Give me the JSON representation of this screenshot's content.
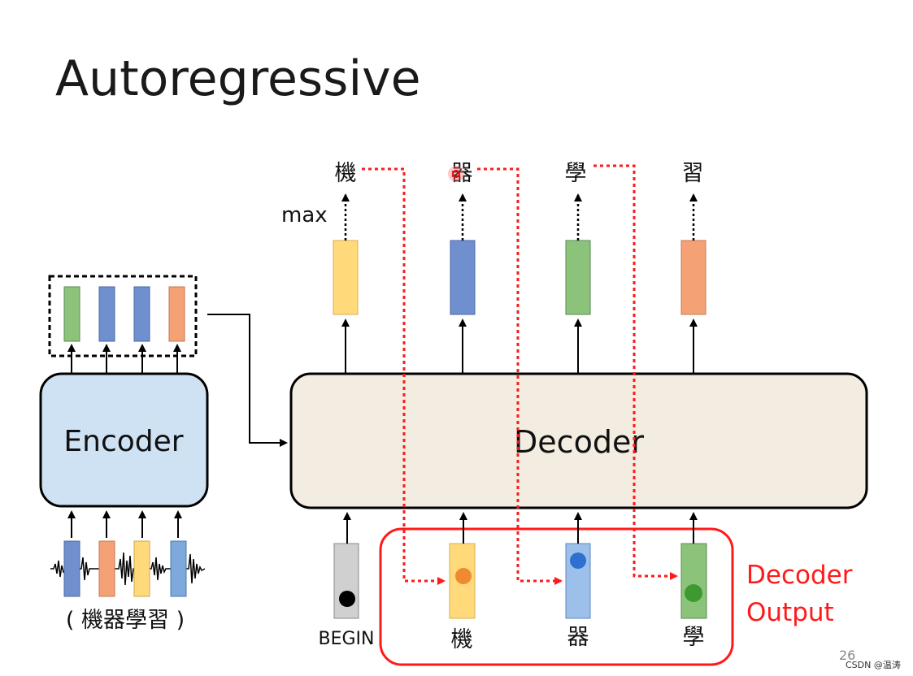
{
  "slide": {
    "title": "Autoregressive",
    "page_number": "26",
    "watermark": "CSDN @温涛"
  },
  "encoder": {
    "label": "Encoder",
    "input_label": "( 機器學習 )",
    "output_vector_colors": [
      "#8cc37a",
      "#6f8fcf",
      "#6f8fcf",
      "#f5a176"
    ],
    "input_vector_colors": [
      "#6f8fcf",
      "#f5a176",
      "#ffd97a",
      "#7ea9dd"
    ]
  },
  "decoder": {
    "label": "Decoder",
    "max_label": "max",
    "output_tokens": [
      "機",
      "器",
      "學",
      "習"
    ],
    "output_vector_colors": [
      "#ffd97a",
      "#6f8fcf",
      "#8cc37a",
      "#f5a176"
    ],
    "inputs": [
      {
        "label": "BEGIN",
        "color": "#d0d0d0",
        "dot": "#000000"
      },
      {
        "label": "機",
        "color": "#ffd97a",
        "dot": "#f08a30"
      },
      {
        "label": "器",
        "color": "#9dc0ea",
        "dot": "#2f6fd0"
      },
      {
        "label": "學",
        "color": "#8cc37a",
        "dot": "#3e9a30"
      }
    ],
    "output_box_label_line1": "Decoder",
    "output_box_label_line2": "Output"
  },
  "colors": {
    "accent_red": "#ff1a1a",
    "encoder_fill": "#cfe2f3",
    "decoder_fill": "#f2ece1"
  }
}
